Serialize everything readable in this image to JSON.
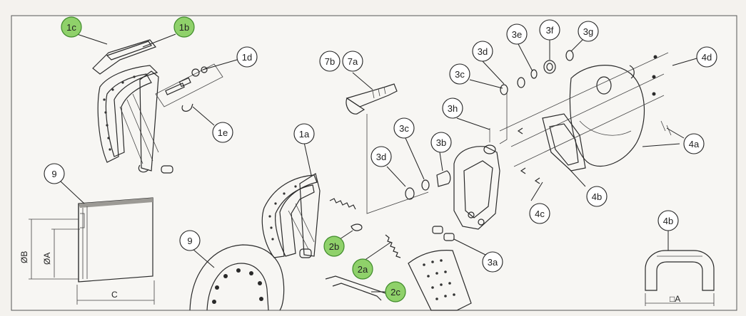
{
  "diagram": {
    "callouts": [
      {
        "id": "1c",
        "text": "1c",
        "highlight": true
      },
      {
        "id": "1b",
        "text": "1b",
        "highlight": true
      },
      {
        "id": "1d",
        "text": "1d",
        "highlight": false
      },
      {
        "id": "1e",
        "text": "1e",
        "highlight": false
      },
      {
        "id": "9-top",
        "text": "9",
        "highlight": false
      },
      {
        "id": "9-bottom",
        "text": "9",
        "highlight": false
      },
      {
        "id": "1a",
        "text": "1a",
        "highlight": false
      },
      {
        "id": "7b",
        "text": "7b",
        "highlight": false
      },
      {
        "id": "7a",
        "text": "7a",
        "highlight": false
      },
      {
        "id": "3d-top",
        "text": "3d",
        "highlight": false
      },
      {
        "id": "3e",
        "text": "3e",
        "highlight": false
      },
      {
        "id": "3f",
        "text": "3f",
        "highlight": false
      },
      {
        "id": "3g",
        "text": "3g",
        "highlight": false
      },
      {
        "id": "3c-top",
        "text": "3c",
        "highlight": false
      },
      {
        "id": "3h",
        "text": "3h",
        "highlight": false
      },
      {
        "id": "3c-mid",
        "text": "3c",
        "highlight": false
      },
      {
        "id": "3b",
        "text": "3b",
        "highlight": false
      },
      {
        "id": "3d-mid",
        "text": "3d",
        "highlight": false
      },
      {
        "id": "2b",
        "text": "2b",
        "highlight": true
      },
      {
        "id": "2a",
        "text": "2a",
        "highlight": true
      },
      {
        "id": "2c",
        "text": "2c",
        "highlight": true
      },
      {
        "id": "3a",
        "text": "3a",
        "highlight": false
      },
      {
        "id": "4d",
        "text": "4d",
        "highlight": false
      },
      {
        "id": "4a",
        "text": "4a",
        "highlight": false
      },
      {
        "id": "4b-mid",
        "text": "4b",
        "highlight": false
      },
      {
        "id": "4c",
        "text": "4c",
        "highlight": false
      },
      {
        "id": "4b-right",
        "text": "4b",
        "highlight": false
      }
    ],
    "dimensions": {
      "diameter_b": "ØB",
      "diameter_a": "ØA",
      "width_c": "C",
      "square_a": "□A"
    }
  },
  "colors": {
    "highlight_fill": "#8fd16a",
    "highlight_stroke": "#3f8a2a",
    "callout_fill": "#ffffff",
    "line": "#2a2a2a",
    "background": "#f4f2ee"
  }
}
